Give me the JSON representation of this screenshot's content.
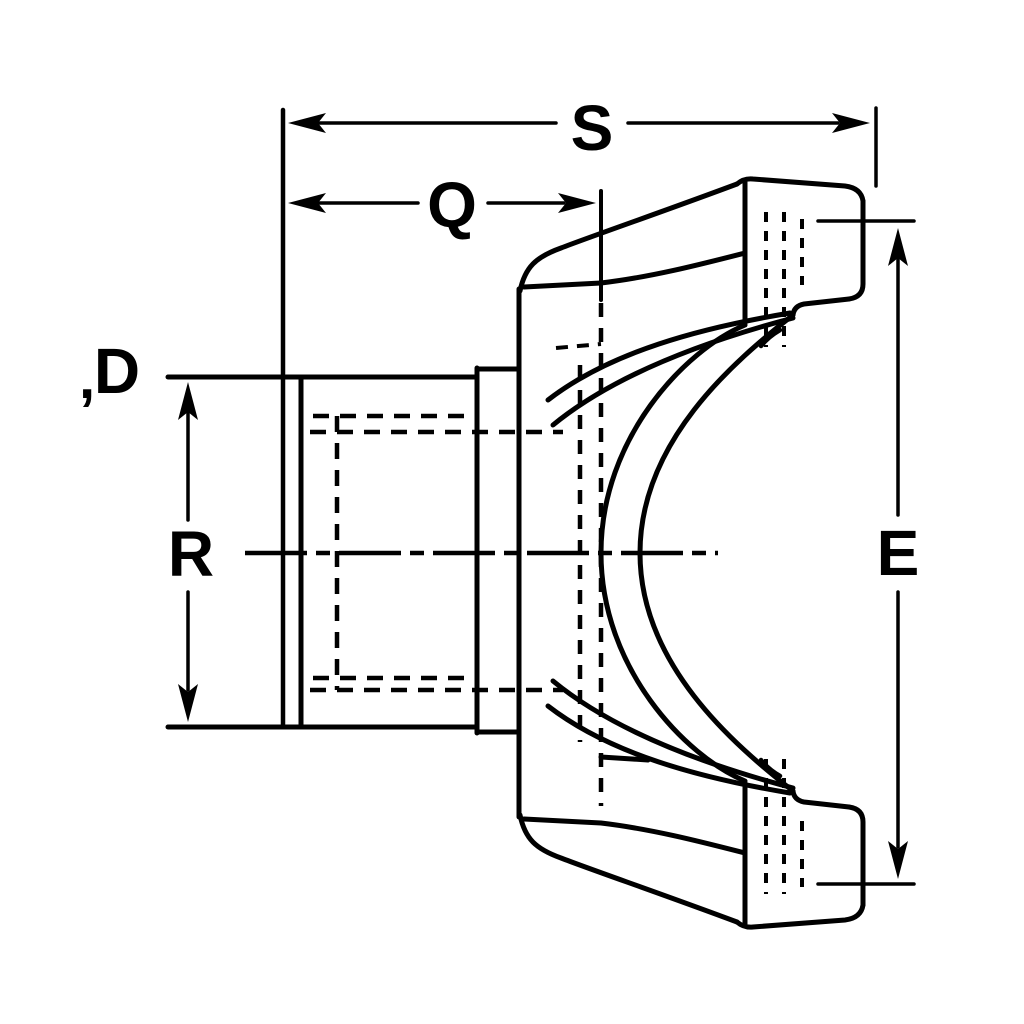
{
  "page": {
    "background": "#ffffff",
    "line_color": "#000000"
  },
  "diagram": {
    "description": "Monochrome engineering line drawing: side view of a driveline end yoke with hub, pilot flange, two bearing-cap ears and hidden-line detail",
    "labels": {
      "s": "S",
      "q": "Q",
      "d": "D",
      "r": "R",
      "e": "E",
      "stray_mark": ","
    }
  }
}
